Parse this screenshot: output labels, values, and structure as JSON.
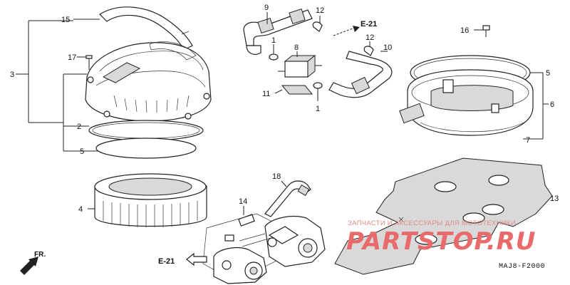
{
  "diagram": {
    "callouts": [
      {
        "id": "c15",
        "text": "15"
      },
      {
        "id": "c17",
        "text": "17"
      },
      {
        "id": "c3",
        "text": "3"
      },
      {
        "id": "c2",
        "text": "2"
      },
      {
        "id": "c5a",
        "text": "5"
      },
      {
        "id": "c4",
        "text": "4"
      },
      {
        "id": "c9",
        "text": "9"
      },
      {
        "id": "c12a",
        "text": "12"
      },
      {
        "id": "c1a",
        "text": "1"
      },
      {
        "id": "c8",
        "text": "8"
      },
      {
        "id": "c11",
        "text": "11"
      },
      {
        "id": "c1b",
        "text": "1"
      },
      {
        "id": "c12b",
        "text": "12"
      },
      {
        "id": "c10",
        "text": "10"
      },
      {
        "id": "c16",
        "text": "16"
      },
      {
        "id": "c5b",
        "text": "5"
      },
      {
        "id": "c6",
        "text": "6"
      },
      {
        "id": "c7",
        "text": "7"
      },
      {
        "id": "c13",
        "text": "13"
      },
      {
        "id": "c18",
        "text": "18"
      },
      {
        "id": "c14",
        "text": "14"
      }
    ],
    "references": {
      "top": "E-21",
      "bottom": "E-21"
    },
    "direction_label": "FR.",
    "diagram_code": "MAJ8-F2000"
  },
  "watermark": {
    "caption": "ЗАПЧАСТИ И АКСЕССУАРЫ ДЛЯ МОТОТЕХНИКИ",
    "brand": "PARTSTOP.RU",
    "color": "#e86a6a"
  }
}
